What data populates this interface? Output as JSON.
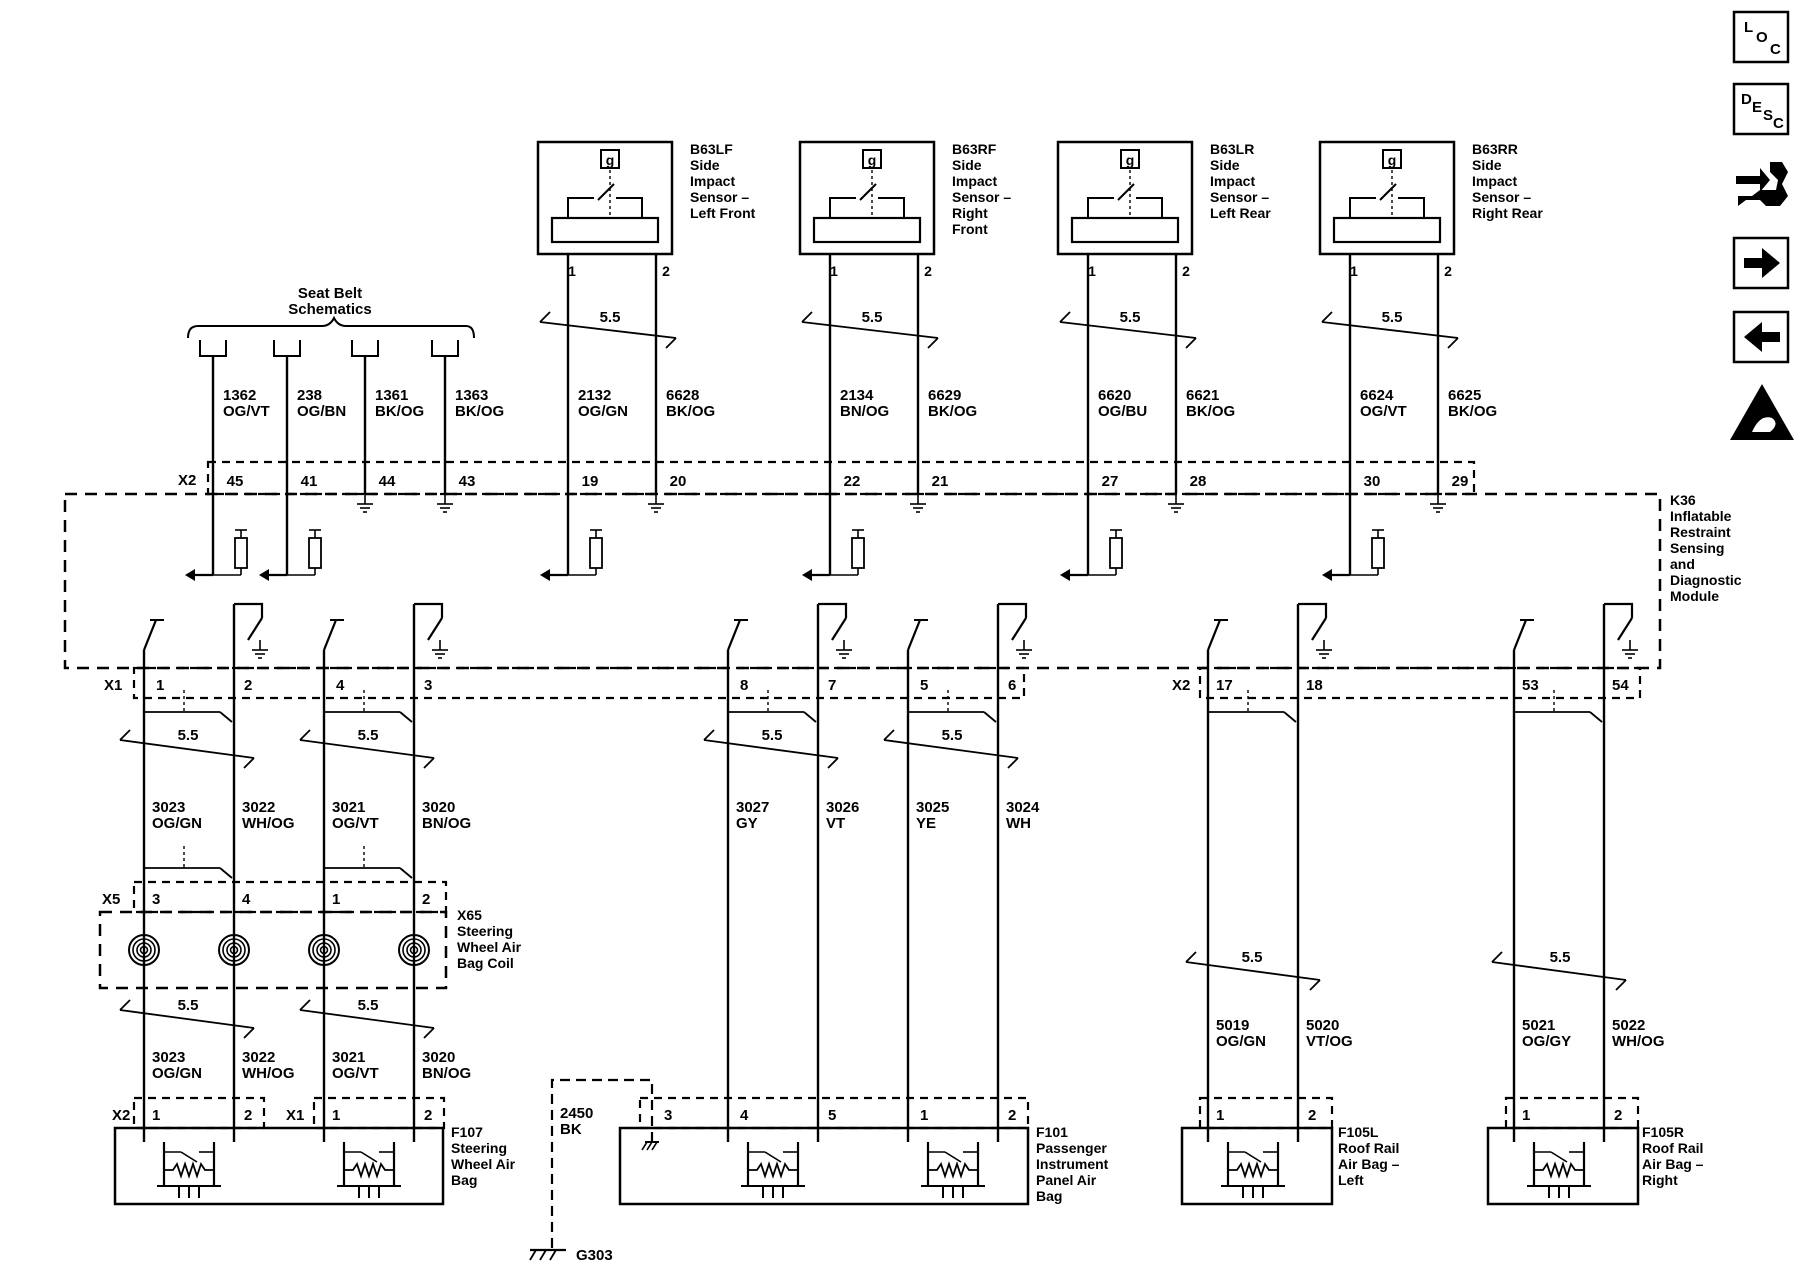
{
  "nav": {
    "loc": [
      "L",
      "O",
      "C"
    ],
    "desc": [
      "D",
      "E",
      "S",
      "C"
    ]
  },
  "seat_belt": {
    "line1": "Seat Belt",
    "line2": "Schematics"
  },
  "harness_gauge": "5.5",
  "k36": {
    "id": "K36",
    "name_lines": [
      "Inflatable",
      "Restraint",
      "Sensing",
      "and",
      "Diagnostic",
      "Module"
    ]
  },
  "connectors": {
    "x1": "X1",
    "x2": "X2",
    "x5": "X5"
  },
  "top_wires": [
    {
      "circuit": "1362",
      "color": "OG/VT",
      "pin": "45"
    },
    {
      "circuit": "238",
      "color": "OG/BN",
      "pin": "41"
    },
    {
      "circuit": "1361",
      "color": "BK/OG",
      "pin": "44"
    },
    {
      "circuit": "1363",
      "color": "BK/OG",
      "pin": "43"
    },
    {
      "circuit": "2132",
      "color": "OG/GN",
      "pin": "19"
    },
    {
      "circuit": "6628",
      "color": "BK/OG",
      "pin": "20"
    },
    {
      "circuit": "2134",
      "color": "BN/OG",
      "pin": "22"
    },
    {
      "circuit": "6629",
      "color": "BK/OG",
      "pin": "21"
    },
    {
      "circuit": "6620",
      "color": "OG/BU",
      "pin": "27"
    },
    {
      "circuit": "6621",
      "color": "BK/OG",
      "pin": "28"
    },
    {
      "circuit": "6624",
      "color": "OG/VT",
      "pin": "30"
    },
    {
      "circuit": "6625",
      "color": "BK/OG",
      "pin": "29"
    }
  ],
  "sensors": [
    {
      "id": "B63LF",
      "lines": [
        "Side",
        "Impact",
        "Sensor –",
        "Left Front"
      ],
      "symbol": "g",
      "pins": [
        "1",
        "2"
      ]
    },
    {
      "id": "B63RF",
      "lines": [
        "Side",
        "Impact",
        "Sensor –",
        "Right",
        "Front"
      ],
      "symbol": "g",
      "pins": [
        "1",
        "2"
      ]
    },
    {
      "id": "B63LR",
      "lines": [
        "Side",
        "Impact",
        "Sensor –",
        "Left Rear"
      ],
      "symbol": "g",
      "pins": [
        "1",
        "2"
      ]
    },
    {
      "id": "B63RR",
      "lines": [
        "Side",
        "Impact",
        "Sensor –",
        "Right Rear"
      ],
      "symbol": "g",
      "pins": [
        "1",
        "2"
      ]
    }
  ],
  "x1_pins": [
    "1",
    "2",
    "4",
    "3",
    "8",
    "7",
    "5",
    "6"
  ],
  "x2_lower_pins": [
    "17",
    "18",
    "53",
    "54"
  ],
  "mid_wires": [
    {
      "circuit": "3023",
      "color": "OG/GN"
    },
    {
      "circuit": "3022",
      "color": "WH/OG"
    },
    {
      "circuit": "3021",
      "color": "OG/VT"
    },
    {
      "circuit": "3020",
      "color": "BN/OG"
    },
    {
      "circuit": "3027",
      "color": "GY"
    },
    {
      "circuit": "3026",
      "color": "VT"
    },
    {
      "circuit": "3025",
      "color": "YE"
    },
    {
      "circuit": "3024",
      "color": "WH"
    }
  ],
  "x65": {
    "pins": [
      "3",
      "4",
      "1",
      "2"
    ],
    "id": "X65",
    "lines": [
      "Steering",
      "Wheel Air",
      "Bag Coil"
    ]
  },
  "lower_wires": [
    {
      "circuit": "3023",
      "color": "OG/GN"
    },
    {
      "circuit": "3022",
      "color": "WH/OG"
    },
    {
      "circuit": "3021",
      "color": "OG/VT"
    },
    {
      "circuit": "3020",
      "color": "BN/OG"
    },
    {
      "circuit": "5019",
      "color": "OG/GN"
    },
    {
      "circuit": "5020",
      "color": "VT/OG"
    },
    {
      "circuit": "5021",
      "color": "OG/GY"
    },
    {
      "circuit": "5022",
      "color": "WH/OG"
    }
  ],
  "f107": {
    "id": "F107",
    "lines": [
      "Steering",
      "Wheel Air",
      "Bag"
    ],
    "pins": [
      "1",
      "2",
      "1",
      "2"
    ]
  },
  "f101": {
    "id": "F101",
    "lines": [
      "Passenger",
      "Instrument",
      "Panel Air",
      "Bag"
    ],
    "pins": [
      "3",
      "4",
      "5",
      "1",
      "2"
    ]
  },
  "f105l": {
    "id": "F105L",
    "lines": [
      "Roof Rail",
      "Air Bag –",
      "Left"
    ],
    "pins": [
      "1",
      "2"
    ]
  },
  "f105r": {
    "id": "F105R",
    "lines": [
      "Roof Rail",
      "Air Bag –",
      "Right"
    ],
    "pins": [
      "1",
      "2"
    ]
  },
  "ground": {
    "circuit": "2450",
    "color": "BK",
    "id": "G303"
  }
}
